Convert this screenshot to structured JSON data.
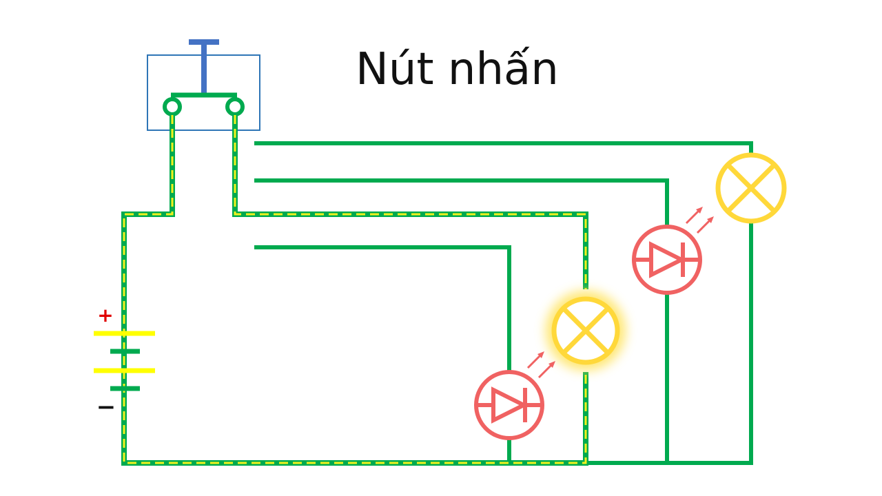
{
  "title": "Nút nhấn",
  "battery": {
    "plus_label": "+",
    "minus_label": "−"
  },
  "colors": {
    "wire": "#00aa4f",
    "current_dash": "#f2f21e",
    "button": "#4472c4",
    "button_frame": "#2e75b6",
    "lamp": "#ffd83a",
    "lamp_glow": "#ffe35c",
    "led": "#f06262",
    "battery_plus_bar": "#ffff00",
    "battery_minus_bar": "#00aa4f",
    "plus_sign": "#e00000",
    "minus_sign": "#111111"
  },
  "states": {
    "middle_lamp": "lit",
    "right_lamp": "off",
    "active_path": "battery-to-middle-lamp"
  }
}
